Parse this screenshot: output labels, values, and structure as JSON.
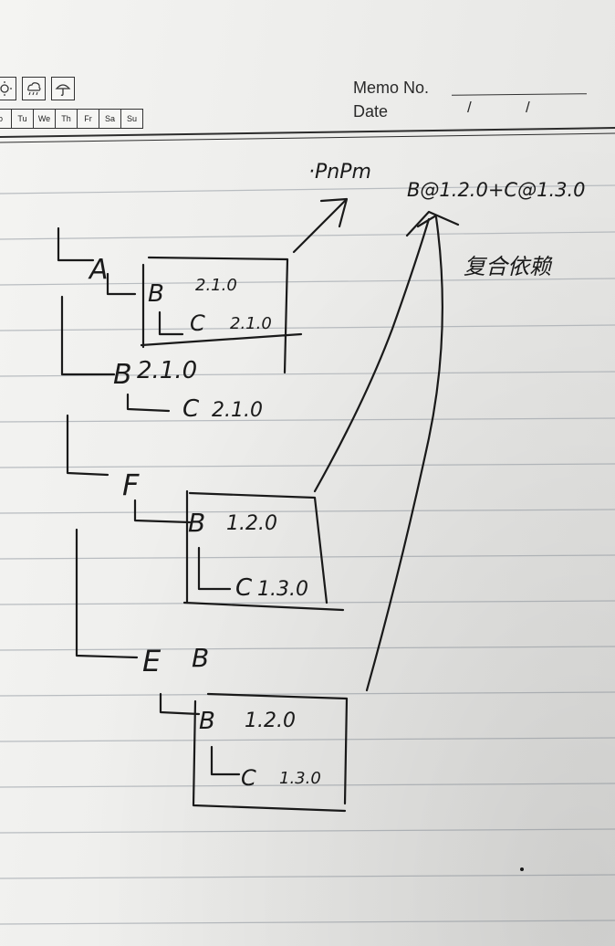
{
  "header": {
    "memo_label": "Memo No.",
    "date_label": "Date",
    "date_sep_1": "/",
    "date_sep_2": "/",
    "weekdays": [
      "o",
      "Tu",
      "We",
      "Th",
      "Fr",
      "Sa",
      "Su"
    ],
    "icons": [
      "sun-icon",
      "cloud-rain-icon",
      "umbrella-icon"
    ]
  },
  "note": {
    "pnpm_label": "·PnPm",
    "shared_dep_label": "B@1.2.0+C@1.3.0",
    "reuse_label": "复合依赖",
    "tree": {
      "a_label": "A",
      "a_b_label": "B",
      "a_b_version": "2.1.0",
      "a_c_label": "C",
      "a_c_version": "2.1.0",
      "root_b_label": "B",
      "root_b_version": "2.1.0",
      "root_c_label": "C",
      "root_c_version": "2.1.0",
      "f_label": "F",
      "f_b_label": "B",
      "f_b_version": "1.2.0",
      "f_c_label": "C",
      "f_c_version": "1.3.0",
      "e_label": "E",
      "e_b_label": "B",
      "e_b_version": "1.2.0",
      "e_c_label": "C",
      "e_c_version": "1.3.0"
    }
  },
  "colors": {
    "ink": "#1a1a1a",
    "paper": "#eeeeec",
    "rule_line": "#b8bcc0"
  }
}
